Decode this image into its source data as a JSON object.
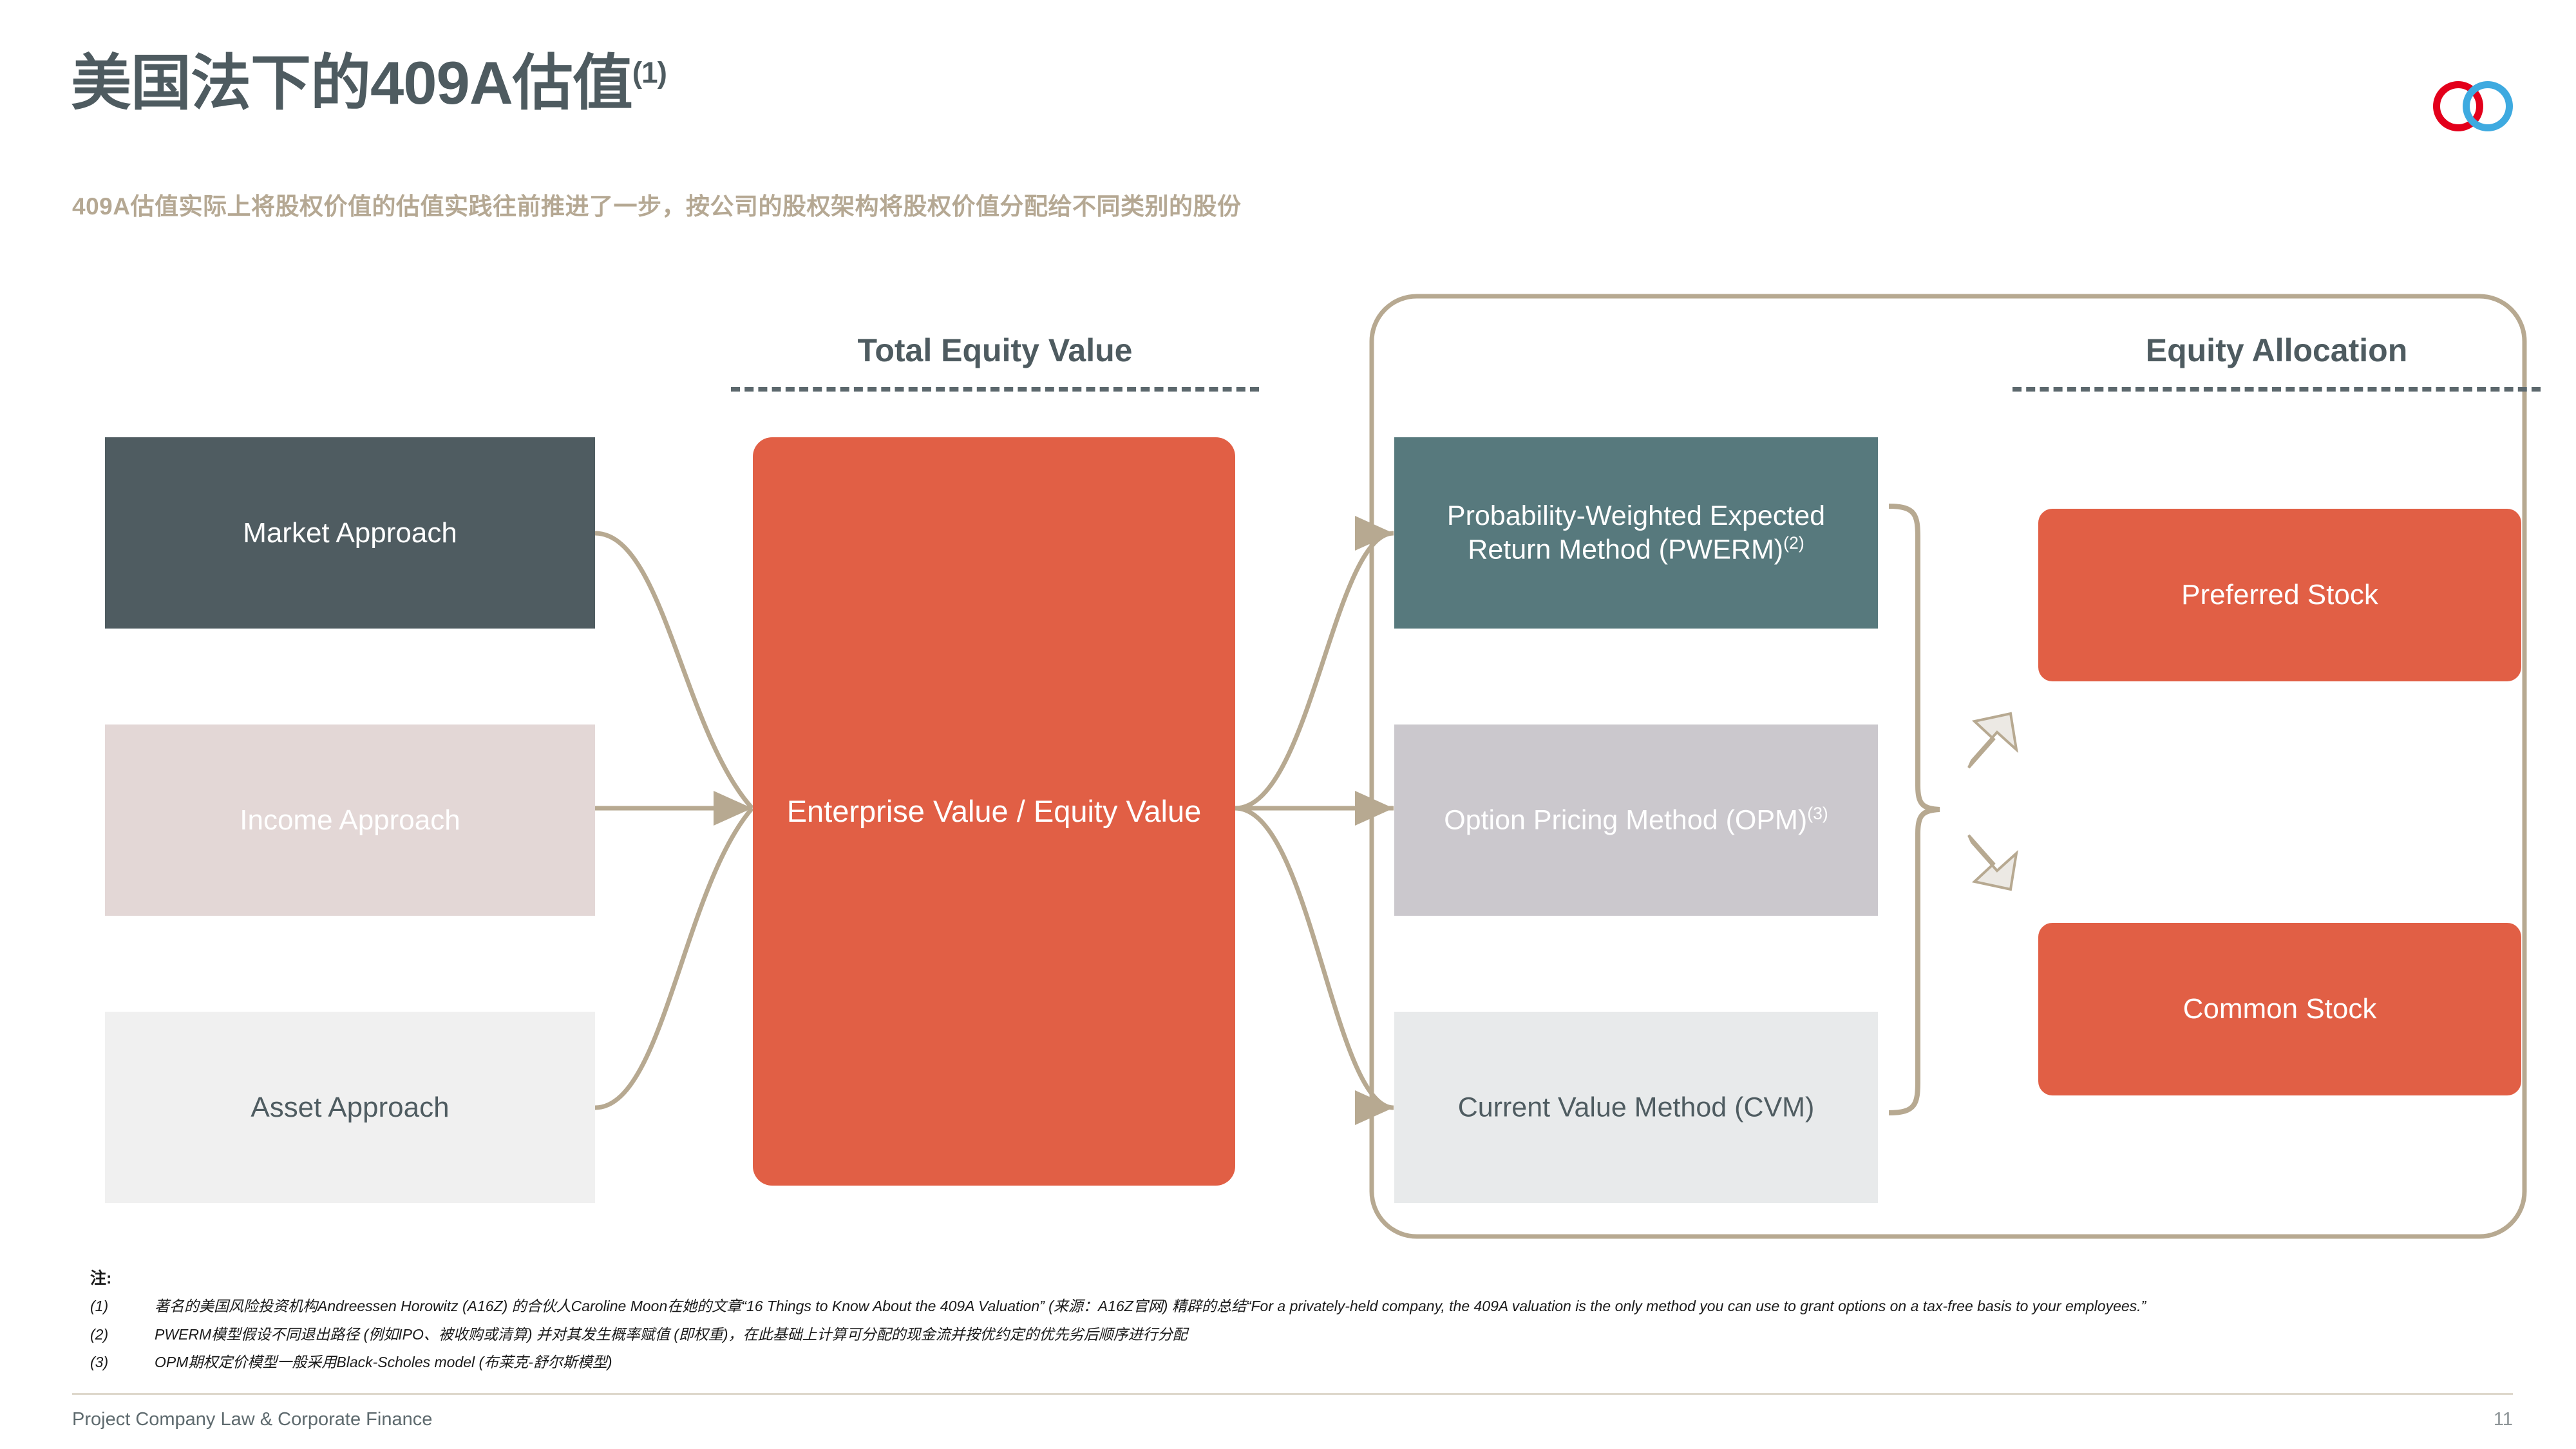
{
  "header": {
    "title": "美国法下的409A估值",
    "title_superscript": "(1)",
    "subtitle": "409A估值实际上将股权价值的估值实践往前推进了一步，按公司的股权架构将股权价值分配给不同类别的股份"
  },
  "logo": {
    "name": "interlocking-rings-logo",
    "ring_colors": [
      "#e3001b",
      "#3eaae0"
    ]
  },
  "sections": {
    "total_equity_value": "Total Equity Value",
    "equity_allocation": "Equity Allocation"
  },
  "approaches": [
    {
      "label": "Market Approach"
    },
    {
      "label": "Income Approach"
    },
    {
      "label": "Asset Approach"
    }
  ],
  "center": {
    "label": "Enterprise Value / Equity Value"
  },
  "methods": [
    {
      "label": "Probability-Weighted Expected Return Method (PWERM)",
      "note": "(2)"
    },
    {
      "label": "Option Pricing Method (OPM)",
      "note": "(3)"
    },
    {
      "label": "Current Value Method (CVM)",
      "note": ""
    }
  ],
  "allocation": [
    {
      "label": "Preferred Stock"
    },
    {
      "label": "Common Stock"
    }
  ],
  "notes": {
    "title": "注:",
    "items": [
      {
        "index": "(1)",
        "text": "著名的美国风险投资机构Andreessen Horowitz (A16Z) 的合伙人Caroline Moon在她的文章“16 Things to Know About the 409A Valuation” (来源：A16Z官网) 精辟的总结“For a privately-held company, the 409A valuation is the only method you can use to grant options on a tax-free basis to your employees.”"
      },
      {
        "index": "(2)",
        "text": "PWERM模型假设不同退出路径 (例如IPO、被收购或清算) 并对其发生概率赋值 (即权重)，在此基础上计算可分配的现金流并按优约定的优先劣后顺序进行分配"
      },
      {
        "index": "(3)",
        "text": "OPM期权定价模型一般采用Black-Scholes model (布莱克-舒尔斯模型)"
      }
    ]
  },
  "footer": {
    "text": "Project Company Law & Corporate Finance",
    "page": "11"
  },
  "colors": {
    "accent_orange": "#e15f45",
    "dark_slate": "#4f5c61",
    "teal": "#57797d",
    "pink": "#e3d7d6",
    "light_grey": "#f0f0f0",
    "mid_grey": "#cbc8cd",
    "connector_tan": "#b7a991",
    "subtitle_tan": "#b5a893"
  }
}
